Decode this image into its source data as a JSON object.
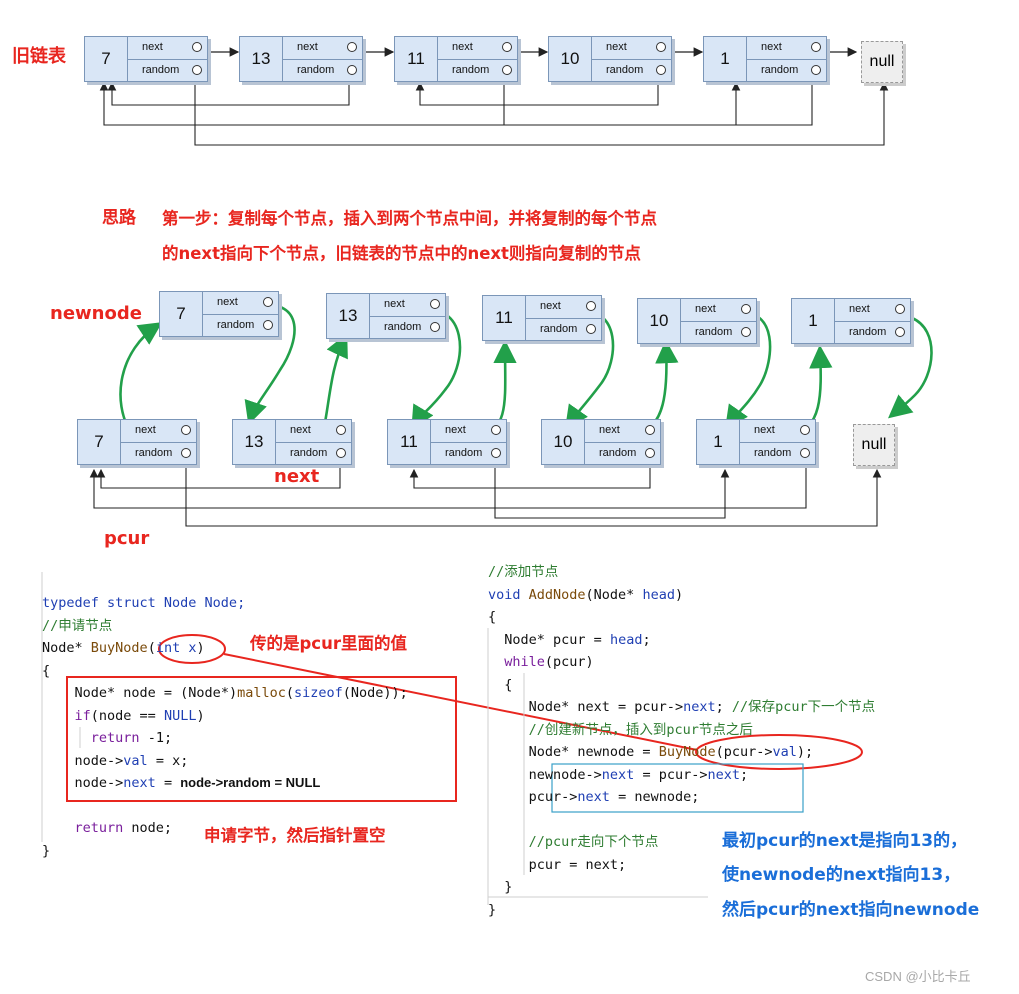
{
  "labels": {
    "old_list": "旧链表",
    "idea": "思路",
    "step1_line1": "第一步：复制每个节点，插入到两个节点中间，并将复制的每个节点",
    "step1_line2": "的next指向下个节点，旧链表的节点中的next则指向复制的节点",
    "newnode": "newnode",
    "next": "next",
    "pcur": "pcur",
    "pass_pcur": "传的是pcur里面的值",
    "alloc_note": "申请字节，然后指针置空",
    "expl_1": "最初pcur的next是指向13的，",
    "expl_2": "使newnode的next指向13，",
    "expl_3": "然后pcur的next指向newnode",
    "watermark": "CSDN @小比卡丘"
  },
  "node_fields": {
    "next": "next",
    "random": "random"
  },
  "null_label": "null",
  "old_nodes": [
    "7",
    "13",
    "11",
    "10",
    "1"
  ],
  "new_nodes": [
    "7",
    "13",
    "11",
    "10",
    "1"
  ],
  "old_nodes2": [
    "7",
    "13",
    "11",
    "10",
    "1"
  ],
  "code_left": {
    "l1": "typedef struct Node Node;",
    "l2": "//申请节点",
    "l3_a": "Node* ",
    "l3_b": "BuyNode",
    "l3_c": "(",
    "l3_d": "int x",
    "l3_e": ")",
    "l4": "{",
    "l5_a": "Node* node = (Node*)",
    "l5_b": "malloc",
    "l5_c": "(",
    "l5_d": "sizeof",
    "l5_e": "(Node));",
    "l6_a": "if",
    "l6_b": "(node == ",
    "l6_c": "NULL",
    "l6_d": ")",
    "l7_a": "return",
    "l7_b": " -1;",
    "l8_a": "node->",
    "l8_b": "val",
    "l8_c": " = x;",
    "l9_a": "node->",
    "l9_b": "next",
    "l9_c": " = ",
    "l9_d": "node->random = NULL",
    "l10_a": "return",
    "l10_b": " node;",
    "l11": "}"
  },
  "code_right": {
    "r1": "//添加节点",
    "r2_a": "void",
    "r2_b": " AddNode",
    "r2_c": "(Node* ",
    "r2_d": "head",
    "r2_e": ")",
    "r3": "{",
    "r4_a": "Node* pcur = ",
    "r4_b": "head",
    "r4_c": ";",
    "r5_a": "while",
    "r5_b": "(pcur)",
    "r6": "{",
    "r7_a": "Node* next = pcur->",
    "r7_b": "next",
    "r7_c": "; ",
    "r7_d": "//保存pcur下一个节点",
    "r8": "//创建新节点，插入到pcur节点之后",
    "r9_a": "Node* newnode = ",
    "r9_b": "BuyNode",
    "r9_c": "(pcur->",
    "r9_d": "val",
    "r9_e": ");",
    "r10_a": "newnode->",
    "r10_b": "next",
    "r10_c": " = pcur->",
    "r10_d": "next",
    "r10_e": ";",
    "r11_a": "pcur->",
    "r11_b": "next",
    "r11_c": " = newnode;",
    "r12": "//pcur走向下个节点",
    "r13": "pcur = next;",
    "r14": "}",
    "r15": "}"
  }
}
